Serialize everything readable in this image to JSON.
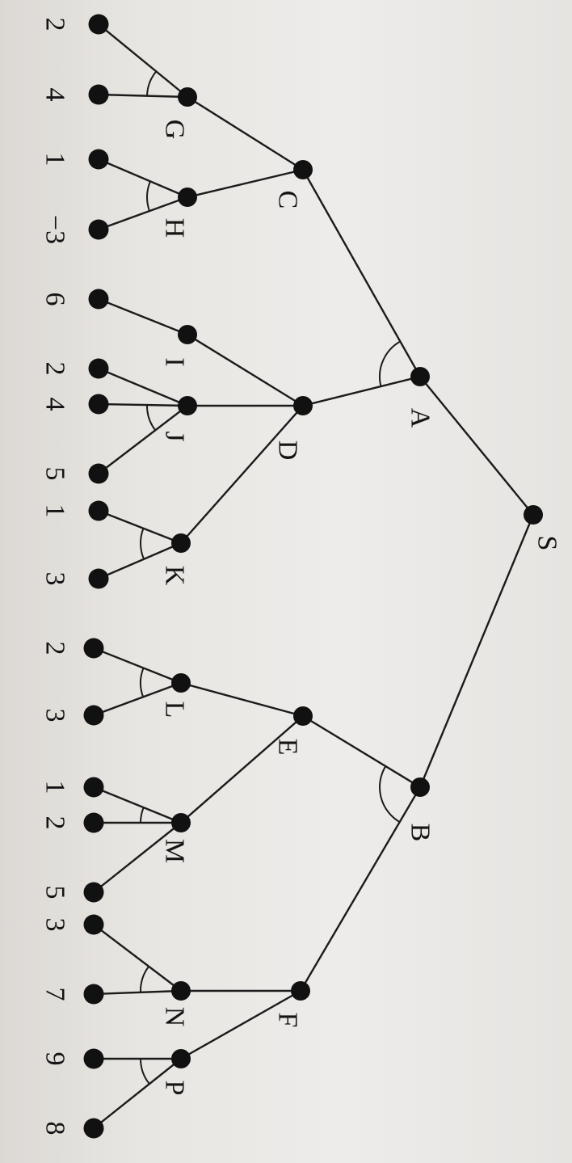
{
  "tree": {
    "nodes": [
      {
        "id": "S",
        "label": "S"
      },
      {
        "id": "A",
        "label": "A"
      },
      {
        "id": "B",
        "label": "B"
      },
      {
        "id": "C",
        "label": "C"
      },
      {
        "id": "D",
        "label": "D"
      },
      {
        "id": "E",
        "label": "E"
      },
      {
        "id": "F",
        "label": "F"
      },
      {
        "id": "G",
        "label": "G"
      },
      {
        "id": "H",
        "label": "H"
      },
      {
        "id": "I",
        "label": "I"
      },
      {
        "id": "J",
        "label": "J"
      },
      {
        "id": "K",
        "label": "K"
      },
      {
        "id": "L",
        "label": "L"
      },
      {
        "id": "M",
        "label": "M"
      },
      {
        "id": "N",
        "label": "N"
      },
      {
        "id": "P",
        "label": "P"
      },
      {
        "id": "l1",
        "label": "2"
      },
      {
        "id": "l2",
        "label": "4"
      },
      {
        "id": "l3",
        "label": "1"
      },
      {
        "id": "l4",
        "label": "−3"
      },
      {
        "id": "l5",
        "label": "6"
      },
      {
        "id": "l6",
        "label": "2"
      },
      {
        "id": "l7",
        "label": "4"
      },
      {
        "id": "l8",
        "label": "5"
      },
      {
        "id": "l9",
        "label": "1"
      },
      {
        "id": "l10",
        "label": "3"
      },
      {
        "id": "l11",
        "label": "2"
      },
      {
        "id": "l12",
        "label": "3"
      },
      {
        "id": "l13",
        "label": "1"
      },
      {
        "id": "l14",
        "label": "2"
      },
      {
        "id": "l15",
        "label": "5"
      },
      {
        "id": "l16",
        "label": "3"
      },
      {
        "id": "l17",
        "label": "7"
      },
      {
        "id": "l18",
        "label": "9"
      },
      {
        "id": "l19",
        "label": "8"
      }
    ],
    "edges": [
      [
        "S",
        "A"
      ],
      [
        "S",
        "B"
      ],
      [
        "A",
        "C"
      ],
      [
        "A",
        "D"
      ],
      [
        "B",
        "E"
      ],
      [
        "B",
        "F"
      ],
      [
        "C",
        "G"
      ],
      [
        "C",
        "H"
      ],
      [
        "D",
        "I"
      ],
      [
        "D",
        "J"
      ],
      [
        "D",
        "K"
      ],
      [
        "E",
        "L"
      ],
      [
        "E",
        "M"
      ],
      [
        "F",
        "N"
      ],
      [
        "F",
        "P"
      ],
      [
        "G",
        "l1"
      ],
      [
        "G",
        "l2"
      ],
      [
        "H",
        "l3"
      ],
      [
        "H",
        "l4"
      ],
      [
        "I",
        "l5"
      ],
      [
        "J",
        "l6"
      ],
      [
        "J",
        "l7"
      ],
      [
        "J",
        "l8"
      ],
      [
        "K",
        "l9"
      ],
      [
        "K",
        "l10"
      ],
      [
        "L",
        "l11"
      ],
      [
        "L",
        "l12"
      ],
      [
        "M",
        "l13"
      ],
      [
        "M",
        "l14"
      ],
      [
        "M",
        "l15"
      ],
      [
        "N",
        "l16"
      ],
      [
        "N",
        "l17"
      ],
      [
        "P",
        "l18"
      ],
      [
        "P",
        "l19"
      ]
    ],
    "and_arcs": [
      "A",
      "B",
      "G",
      "H",
      "J",
      "K",
      "L",
      "M",
      "N",
      "P"
    ]
  }
}
